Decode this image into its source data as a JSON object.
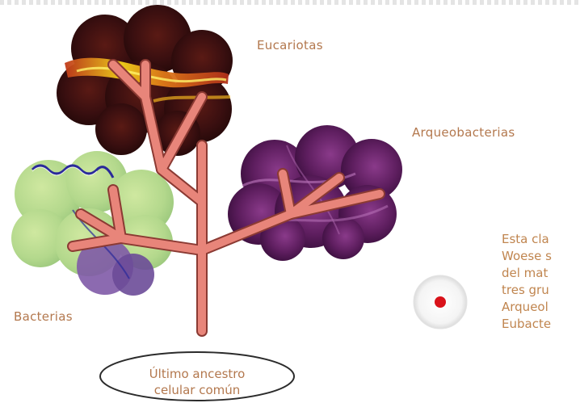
{
  "labels": {
    "eukaryotes": "Eucariotas",
    "archaea": "Arqueobacterias",
    "bacteria": "Bacterias"
  },
  "ancestor": {
    "line1": "Último ancestro",
    "line2": "celular común"
  },
  "caption": {
    "lines": [
      "Esta cla",
      "Woese s",
      "del mat",
      "tres gru",
      "Arqueol",
      "Eubacte"
    ]
  },
  "colors": {
    "trunk": "#d9776b",
    "trunk_outline": "#8b3a33",
    "label_text": "#b3784e",
    "marker_dot": "#d9121a"
  },
  "icons": {
    "bullet": "red-dot-icon"
  }
}
